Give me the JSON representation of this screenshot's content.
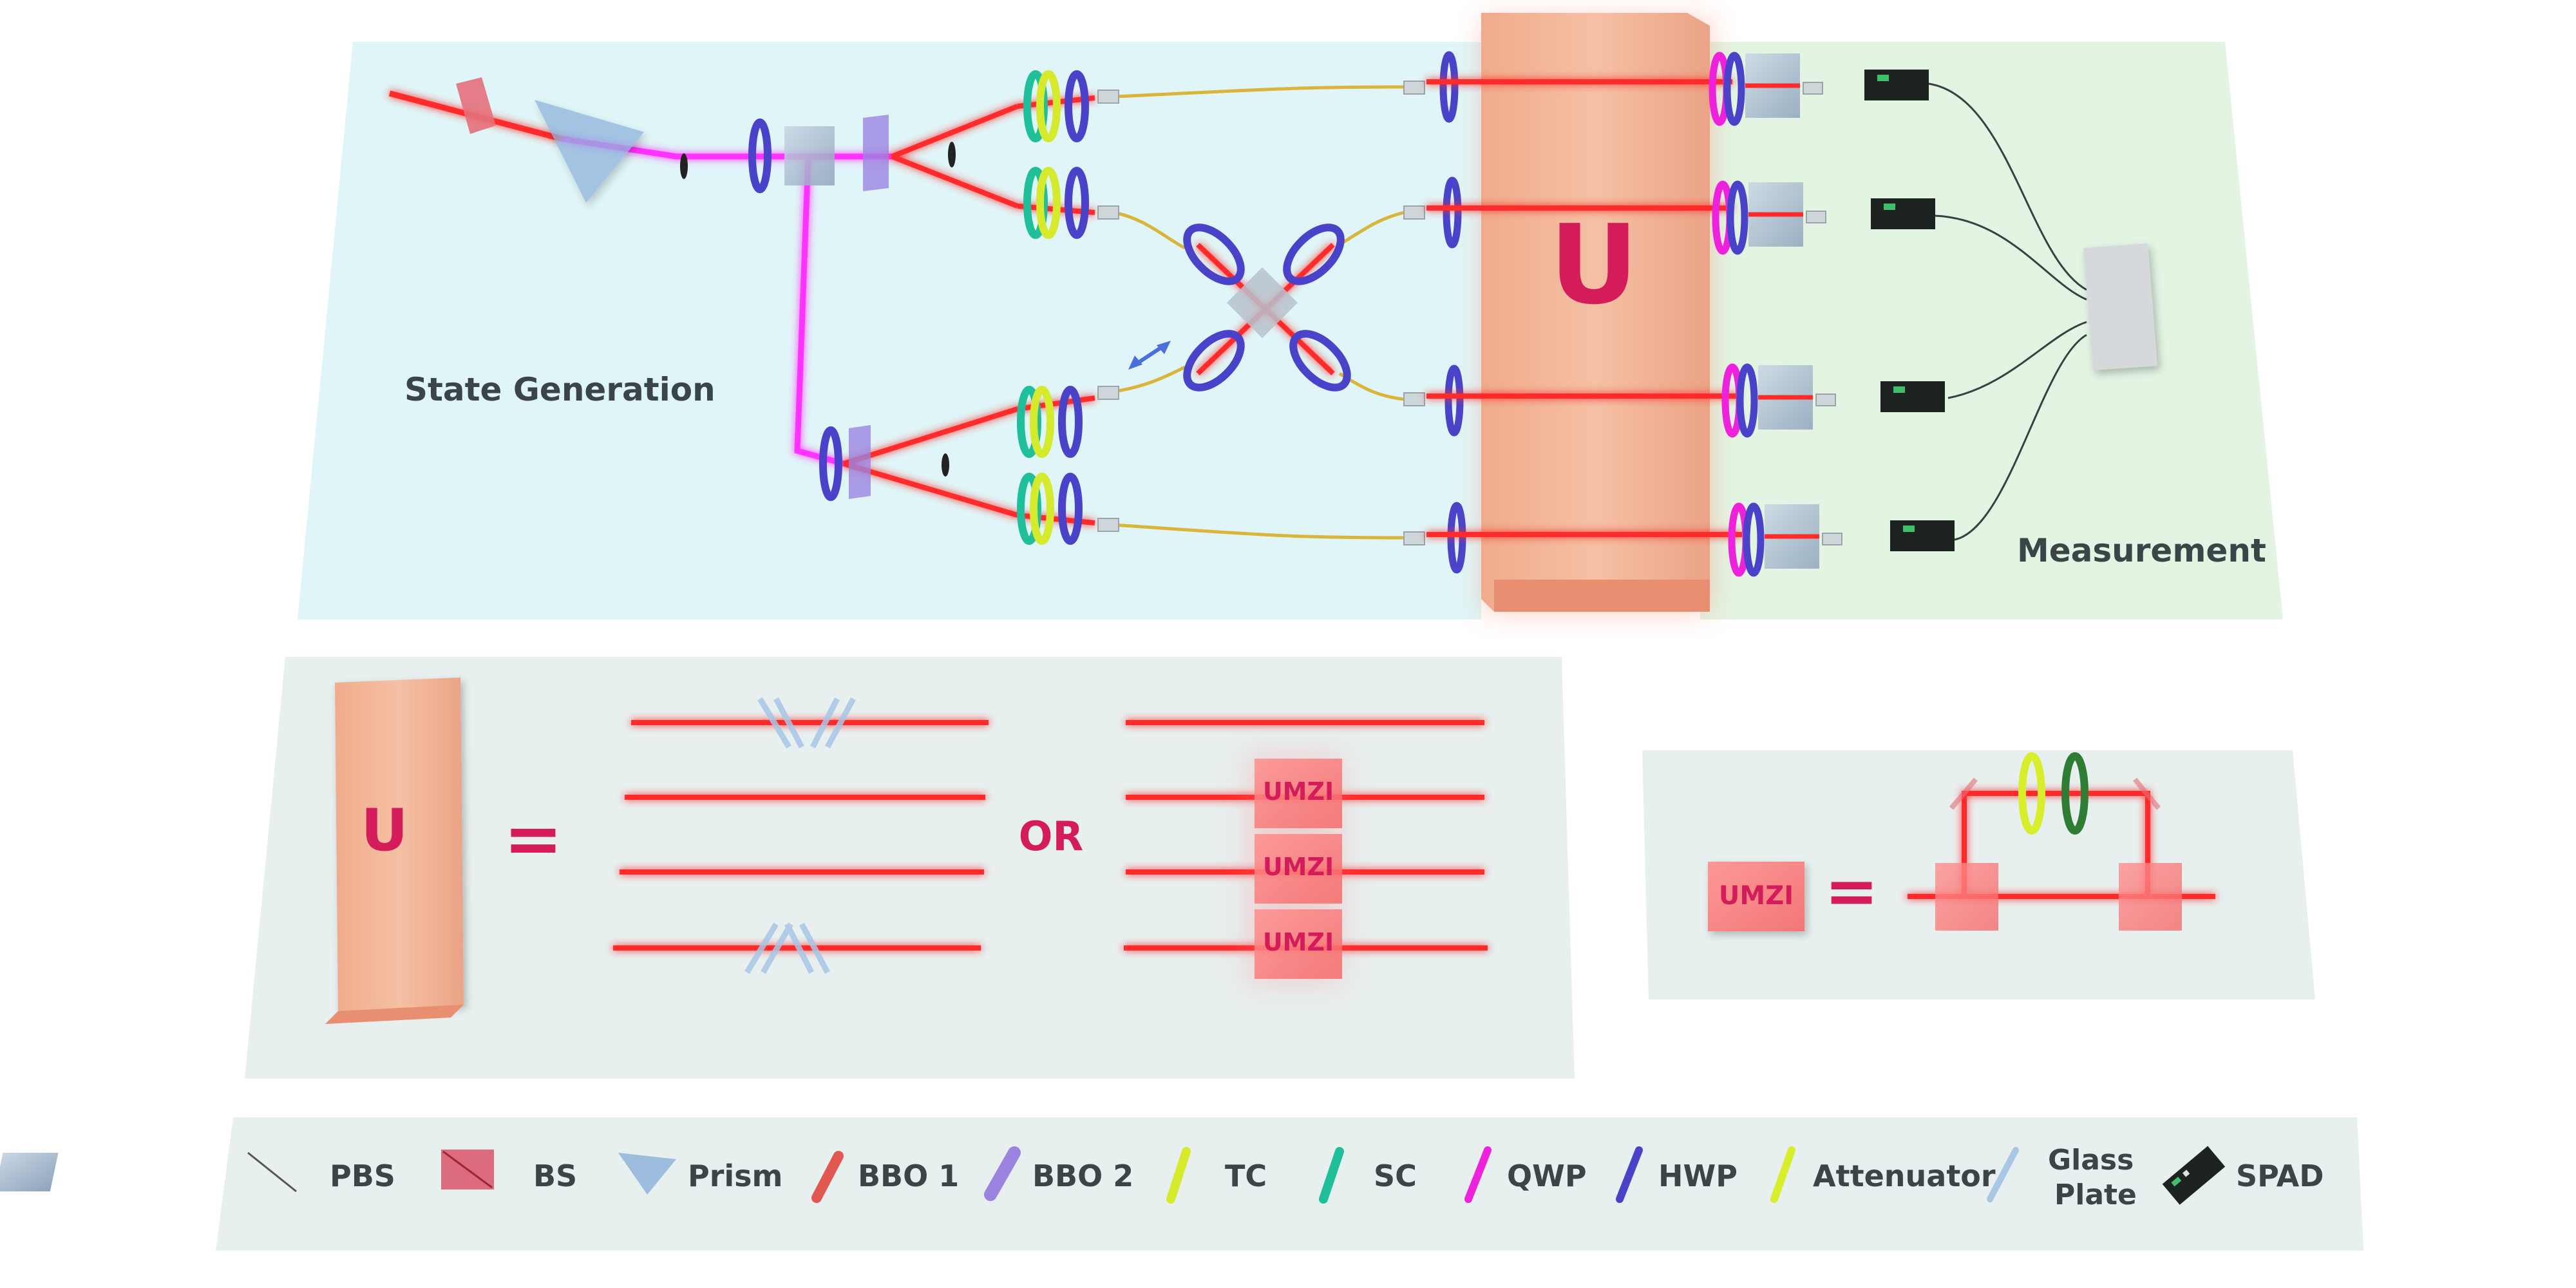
{
  "main": {
    "state_generation_label": "State Generation",
    "measurement_label": "Measurement",
    "u_label": "U"
  },
  "equation": {
    "u_label": "U",
    "equals": "=",
    "or": "OR",
    "umzi_labels": [
      "UMZI",
      "UMZI",
      "UMZI"
    ]
  },
  "umzi_def": {
    "umzi_label": "UMZI",
    "equals": "="
  },
  "legend": {
    "items": [
      {
        "id": "pbs",
        "label": "PBS",
        "color": "#7d9bb9"
      },
      {
        "id": "bs",
        "label": "BS",
        "color": "#d9536a"
      },
      {
        "id": "prism",
        "label": "Prism",
        "color": "#8eb4db"
      },
      {
        "id": "bbo1",
        "label": "BBO 1",
        "color": "#e0584f"
      },
      {
        "id": "bbo2",
        "label": "BBO 2",
        "color": "#9b84e0"
      },
      {
        "id": "tc",
        "label": "TC",
        "color": "#d4ea2a"
      },
      {
        "id": "sc",
        "label": "SC",
        "color": "#1fbf9c"
      },
      {
        "id": "qwp",
        "label": "QWP",
        "color": "#ee22dd"
      },
      {
        "id": "hwp",
        "label": "HWP",
        "color": "#4a43c9"
      },
      {
        "id": "attenuator",
        "label": "Attenuator",
        "color": "#d9ee2a"
      },
      {
        "id": "glass-plate",
        "label_line1": "Glass",
        "label_line2": "Plate",
        "color": "#a8c7e6"
      },
      {
        "id": "spad",
        "label": "SPAD",
        "color": "#1c2320"
      }
    ]
  },
  "colors": {
    "laser_red": "#ff2a2a",
    "pump_magenta": "#ff33ff",
    "fiber_yellow": "#d9b53a",
    "hwp_blue": "#4a43c9",
    "u_crimson": "#d41c5a",
    "state_gen_bg": "#e2f6f8",
    "measurement_bg": "#e4f5e4",
    "panel_bg": "#e8efef",
    "u_block": "#f2b596"
  }
}
